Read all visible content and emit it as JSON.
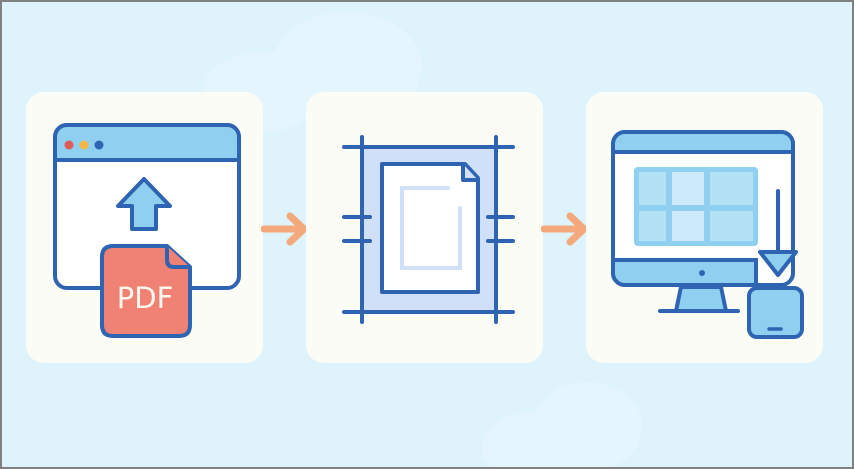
{
  "diagram": {
    "title": "",
    "colors": {
      "background": "#dff3fd",
      "panel": "#fcfcf7",
      "stroke_blue": "#2f64b3",
      "light_blue": "#8fd0f0",
      "pale_blue": "#cfe0f8",
      "pdf_red": "#f08275",
      "arrow_orange": "#f4a97c",
      "dot_red": "#e05a57",
      "dot_yellow": "#f4b746",
      "dot_blue": "#2f64b3"
    },
    "steps": [
      {
        "id": "upload",
        "icon": "browser-upload-pdf-icon",
        "description": "Browser window with upload arrow and PDF file",
        "file_label": "PDF"
      },
      {
        "id": "layout",
        "icon": "page-layout-crop-marks-icon",
        "description": "Document page with crop/margin guide lines"
      },
      {
        "id": "export",
        "icon": "desktop-to-tablet-icon",
        "description": "Desktop monitor with grid content and down arrow to tablet"
      }
    ],
    "connectors": [
      {
        "from": "upload",
        "to": "layout",
        "icon": "arrow-right-icon"
      },
      {
        "from": "layout",
        "to": "export",
        "icon": "arrow-right-icon"
      }
    ]
  }
}
